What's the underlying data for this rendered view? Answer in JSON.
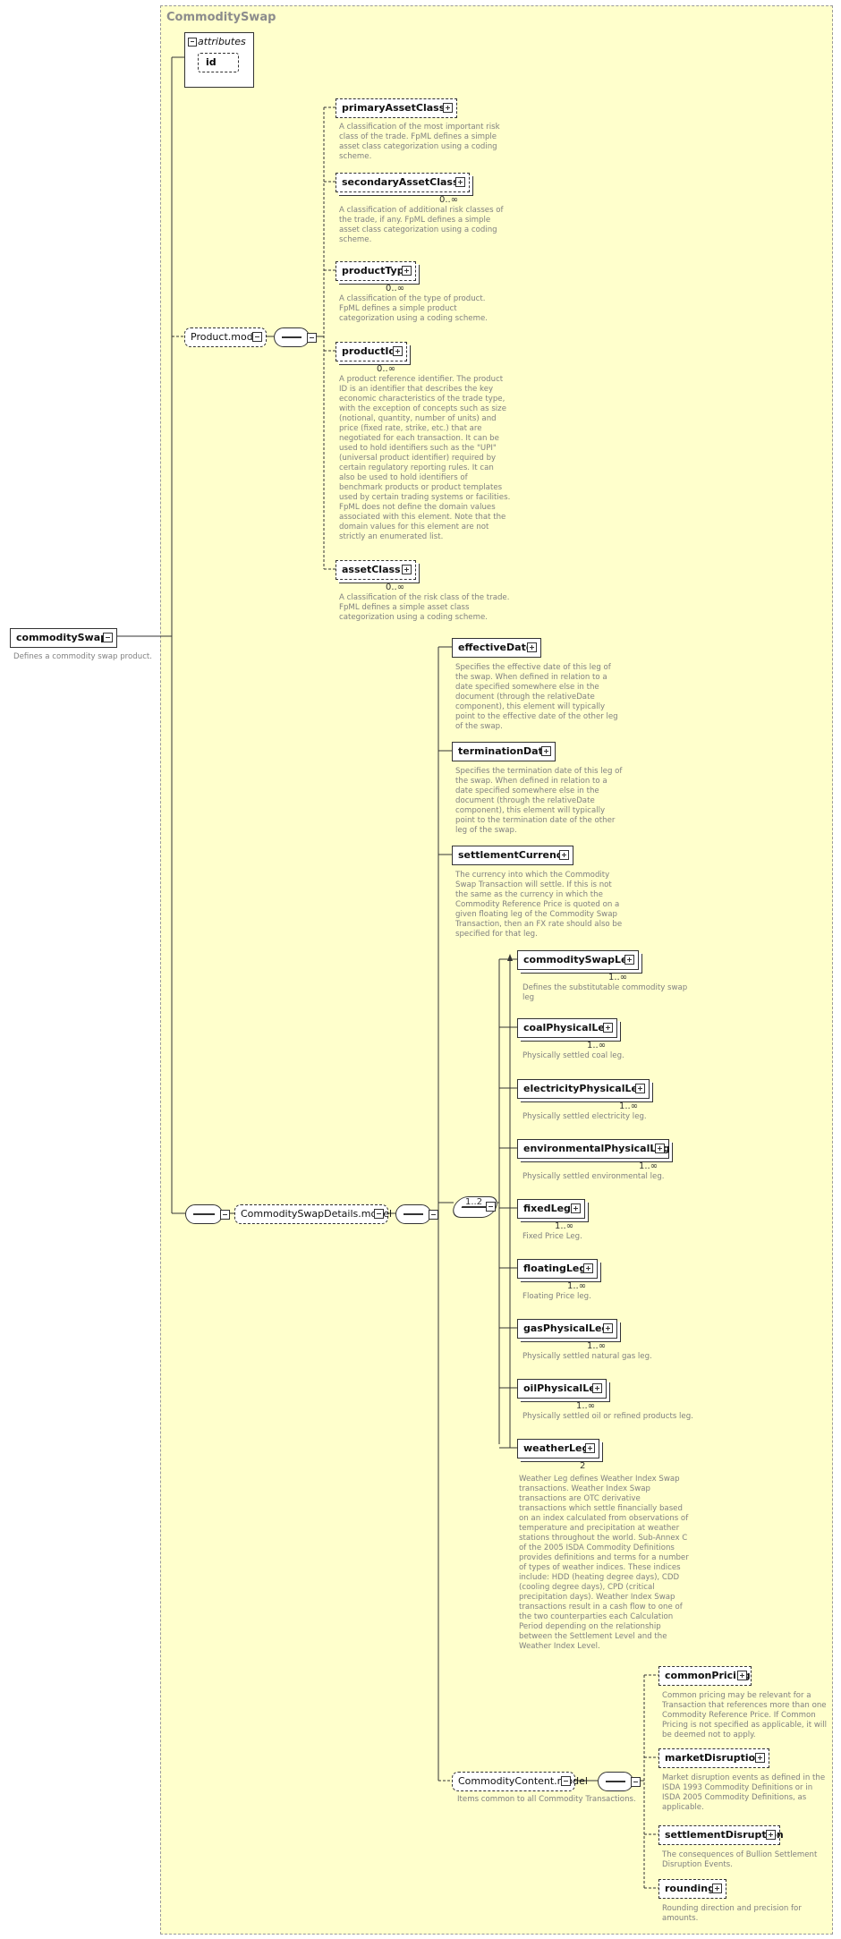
{
  "title": "CommoditySwap",
  "root": {
    "label": "commoditySwap",
    "doc": "Defines a commodity swap product."
  },
  "attributes": {
    "label": "attributes",
    "id": "id"
  },
  "product_model": {
    "label": "Product.model",
    "items": [
      {
        "label": "primaryAssetClass",
        "card": "",
        "doc": [
          "A classification of the most important risk",
          "class of the trade. FpML defines a simple",
          "asset class categorization using a coding",
          "scheme."
        ]
      },
      {
        "label": "secondaryAssetClass",
        "card": "0..∞",
        "doc": [
          "A classification of additional risk classes of",
          "the trade, if any. FpML defines a simple",
          "asset class categorization using a coding",
          "scheme."
        ]
      },
      {
        "label": "productType",
        "card": "0..∞",
        "doc": [
          "A classification of the type of product.",
          "FpML defines a simple product",
          "categorization using a coding scheme."
        ]
      },
      {
        "label": "productId",
        "card": "0..∞",
        "doc": [
          "A product reference identifier. The product",
          "ID is an identifier that describes the key",
          "economic characteristics of the trade type,",
          "with the exception of concepts such as size",
          "(notional, quantity, number of units) and",
          "price (fixed rate, strike, etc.) that are",
          "negotiated for each transaction. It can be",
          "used to hold identifiers such as the \"UPI\"",
          "(universal product identifier) required by",
          "certain regulatory reporting rules. It can",
          "also be used to hold identifiers of",
          "benchmark products or product templates",
          "used by certain trading systems or facilities.",
          "FpML does not define the domain values",
          "associated with this element. Note that the",
          "domain values for this element are not",
          "strictly an enumerated list."
        ]
      },
      {
        "label": "assetClass",
        "card": "0..∞",
        "doc": [
          "A classification of the risk class of the trade.",
          "FpML defines a simple asset class",
          "categorization using a coding scheme."
        ]
      }
    ]
  },
  "details_model": {
    "label": "CommoditySwapDetails.model",
    "items": [
      {
        "label": "effectiveDate",
        "doc": [
          "Specifies the effective date of this leg of",
          "the swap. When defined in relation to a",
          "date specified somewhere else in the",
          "document (through the relativeDate",
          "component), this element will typically",
          "point to the effective date of the other leg",
          "of the swap."
        ]
      },
      {
        "label": "terminationDate",
        "doc": [
          "Specifies the termination date of this leg of",
          "the swap. When defined in relation to a",
          "date specified somewhere else in the",
          "document (through the relativeDate",
          "component), this element will typically",
          "point to the termination date of the other",
          "leg of the swap."
        ]
      },
      {
        "label": "settlementCurrency",
        "doc": [
          "The currency into which the Commodity",
          "Swap Transaction will settle. If this is not",
          "the same as the currency in which the",
          "Commodity Reference Price is quoted on a",
          "given floating leg of the Commodity Swap",
          "Transaction, then an FX rate should also be",
          "specified for that leg."
        ]
      }
    ],
    "choice_card": "1..2",
    "legs": [
      {
        "label": "commoditySwapLeg",
        "card": "1..∞",
        "doc": [
          "Defines the substitutable commodity swap",
          "leg"
        ]
      },
      {
        "label": "coalPhysicalLeg",
        "card": "1..∞",
        "doc": [
          "Physically settled coal leg."
        ]
      },
      {
        "label": "electricityPhysicalLeg",
        "card": "1..∞",
        "doc": [
          "Physically settled electricity leg."
        ]
      },
      {
        "label": "environmentalPhysicalLeg",
        "card": "1..∞",
        "doc": [
          "Physically settled environmental leg."
        ]
      },
      {
        "label": "fixedLeg",
        "card": "1..∞",
        "doc": [
          "Fixed Price Leg."
        ]
      },
      {
        "label": "floatingLeg",
        "card": "1..∞",
        "doc": [
          "Floating Price leg."
        ]
      },
      {
        "label": "gasPhysicalLeg",
        "card": "1..∞",
        "doc": [
          "Physically settled natural gas leg."
        ]
      },
      {
        "label": "oilPhysicalLeg",
        "card": "1..∞",
        "doc": [
          "Physically settled oil or refined products leg."
        ]
      }
    ],
    "weather": {
      "label": "weatherLeg",
      "card": "2",
      "doc": [
        "Weather Leg defines Weather Index Swap",
        "transactions. Weather Index Swap",
        "transactions are OTC derivative",
        "transactions which settle financially based",
        "on an index calculated from observations of",
        "temperature and precipitation at weather",
        "stations throughout the world. Sub-Annex C",
        "of the 2005 ISDA Commodity Definitions",
        "provides definitions and terms for a number",
        "of types of weather indices. These indices",
        "include: HDD (heating degree days), CDD",
        "(cooling degree days), CPD (critical",
        "precipitation days). Weather Index Swap",
        "transactions result in a cash flow to one of",
        "the two counterparties each Calculation",
        "Period depending on the relationship",
        "between the Settlement Level and the",
        "Weather Index Level."
      ]
    }
  },
  "content_model": {
    "label": "CommodityContent.model",
    "doc": [
      "Items common to all Commodity",
      "Transactions."
    ],
    "items": [
      {
        "label": "commonPricing",
        "doc": [
          "Common pricing may be relevant for a",
          "Transaction that references more than one",
          "Commodity Reference Price. If Common",
          "Pricing is not specified as applicable, it will",
          "be deemed not to apply."
        ]
      },
      {
        "label": "marketDisruption",
        "doc": [
          "Market disruption events as defined in the",
          "ISDA 1993 Commodity Definitions or in",
          "ISDA 2005 Commodity Definitions, as",
          "applicable."
        ]
      },
      {
        "label": "settlementDisruption",
        "doc": [
          "The consequences of Bullion Settlement",
          "Disruption Events."
        ]
      },
      {
        "label": "rounding",
        "doc": [
          "Rounding direction and precision for",
          "amounts."
        ]
      }
    ]
  }
}
